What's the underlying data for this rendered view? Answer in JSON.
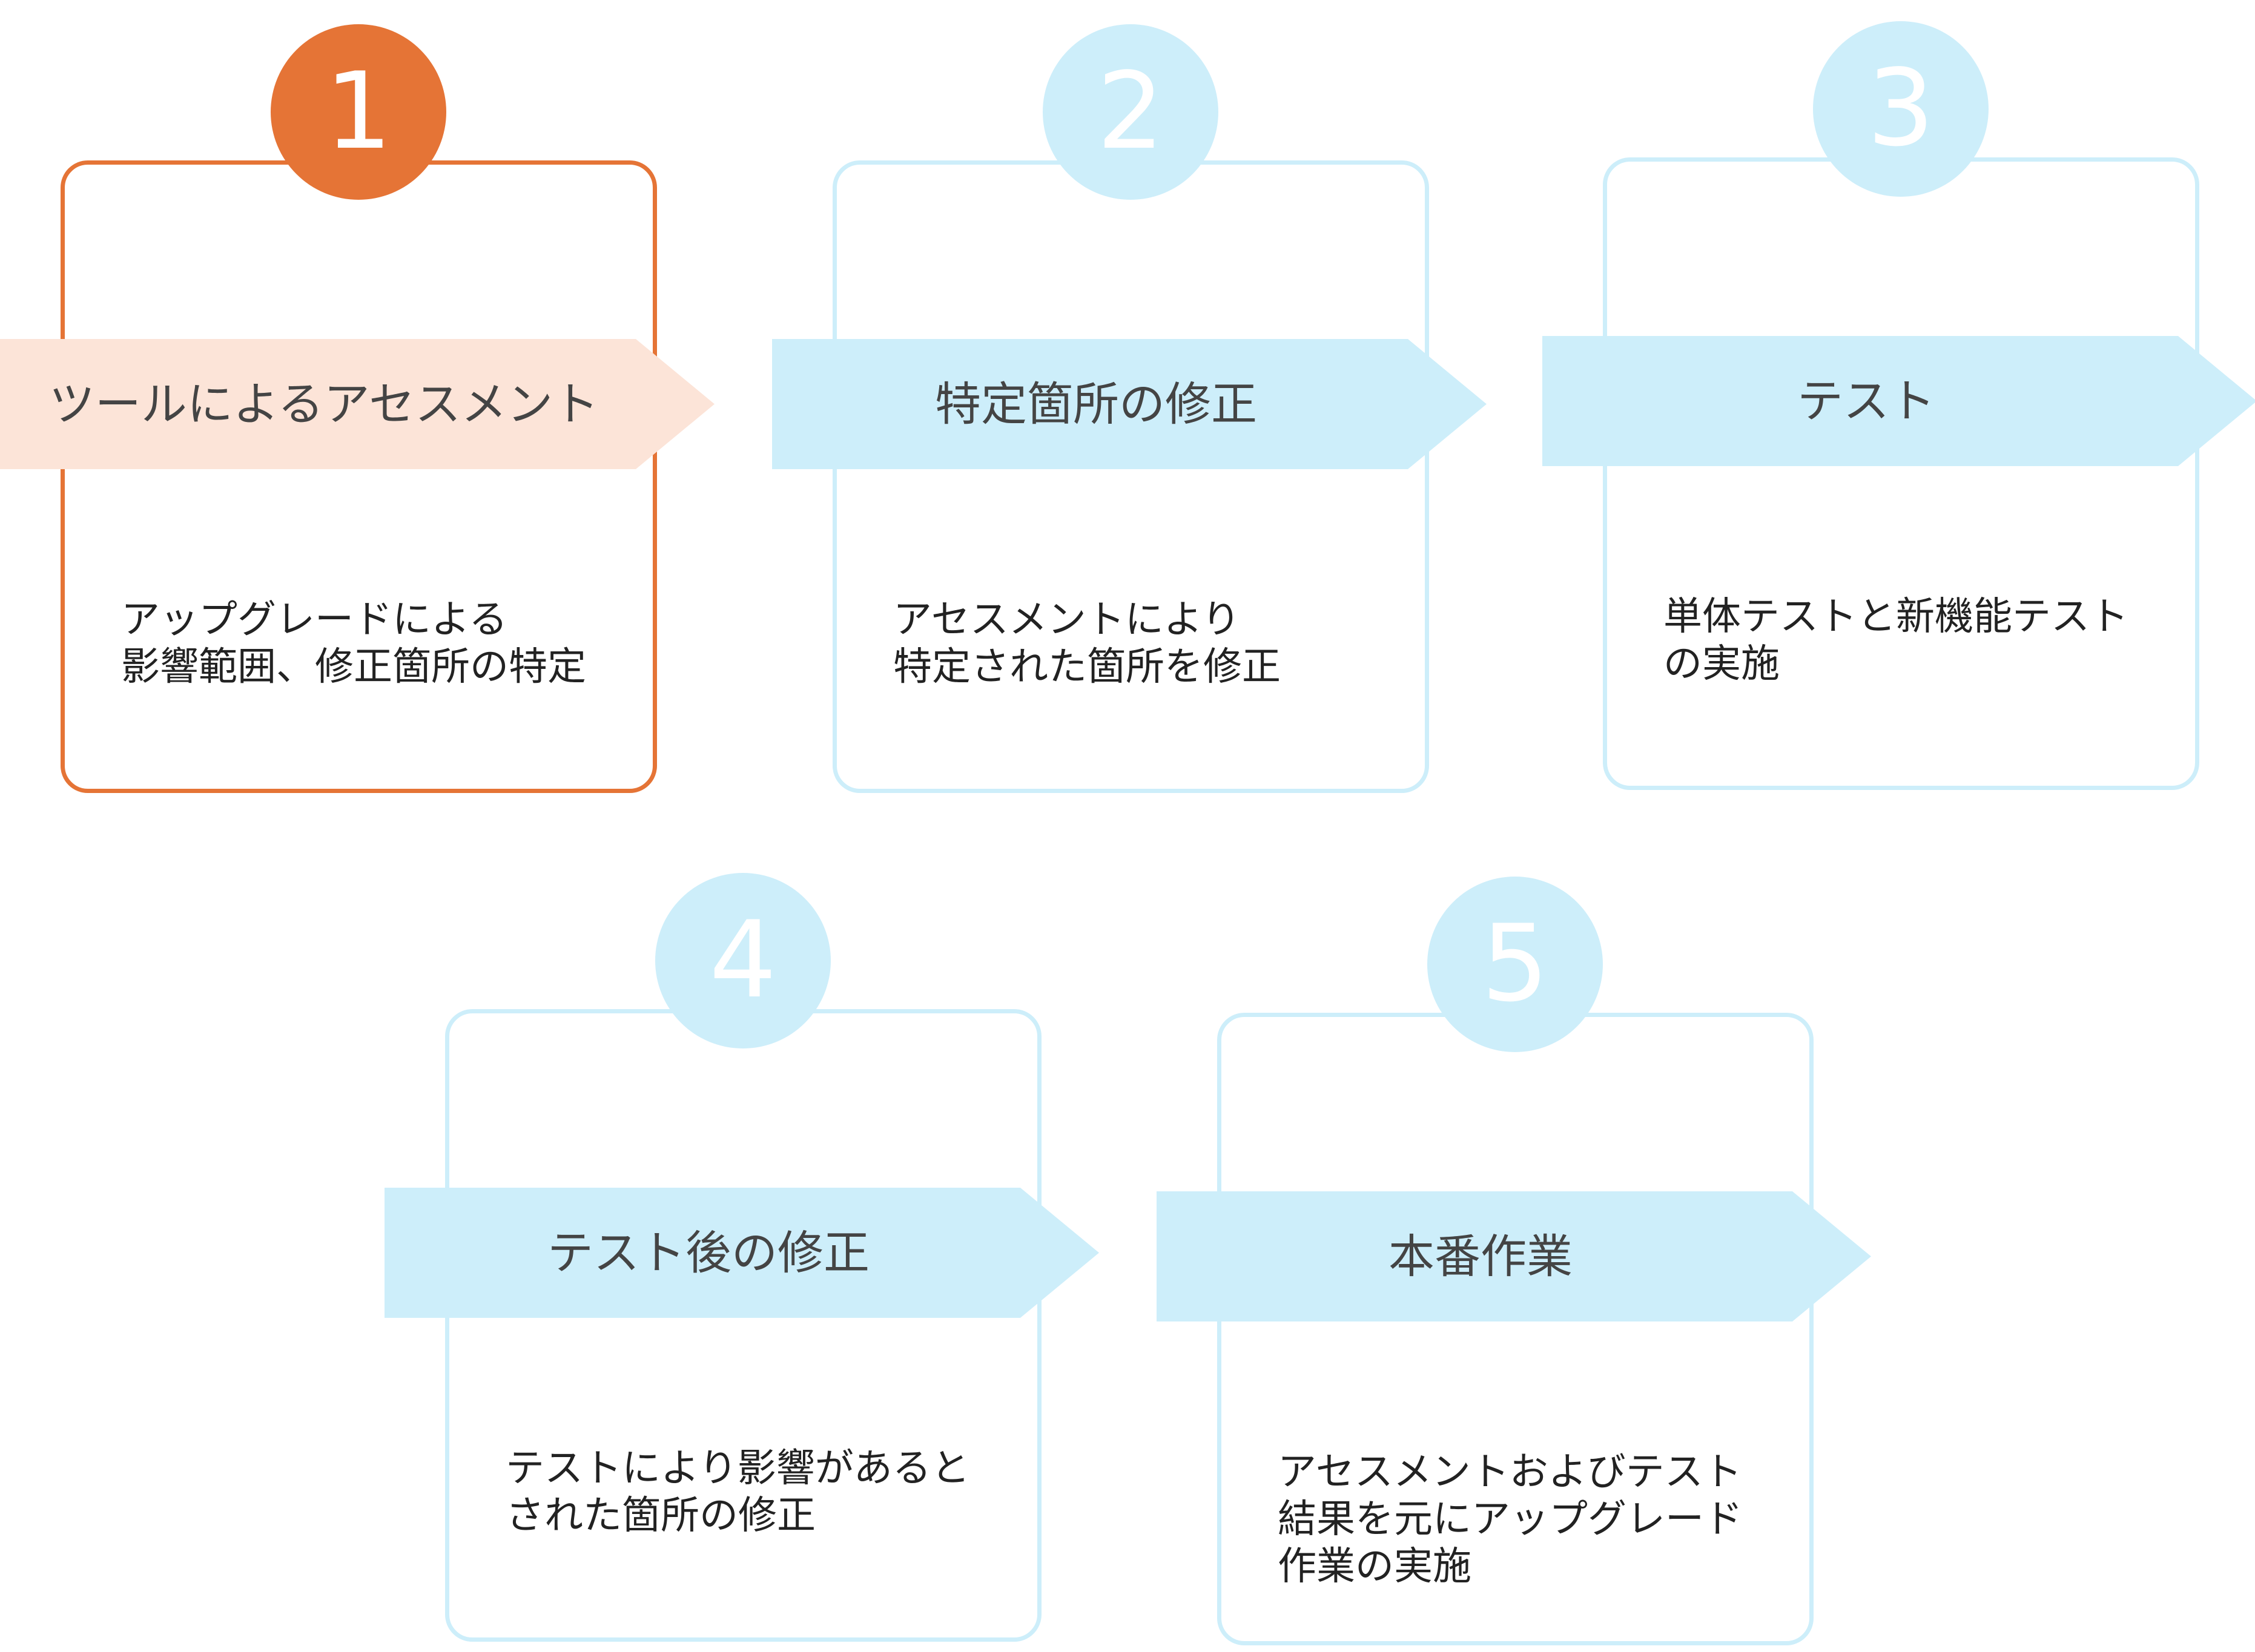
{
  "colors": {
    "active_accent": "#e57436",
    "active_banner": "#fce4d8",
    "inactive_accent": "#cdeefa"
  },
  "steps": [
    {
      "number": "1",
      "active": true,
      "title": "ツールによるアセスメント",
      "description": [
        "アップグレードによる",
        "影響範囲、修正箇所の特定"
      ]
    },
    {
      "number": "2",
      "active": false,
      "title": "特定箇所の修正",
      "description": [
        "アセスメントにより",
        "特定された箇所を修正"
      ]
    },
    {
      "number": "3",
      "active": false,
      "title": "テスト",
      "description": [
        "単体テストと新機能テスト",
        "の実施"
      ]
    },
    {
      "number": "4",
      "active": false,
      "title": "テスト後の修正",
      "description": [
        "テストにより影響があると",
        "された箇所の修正"
      ]
    },
    {
      "number": "5",
      "active": false,
      "title": "本番作業",
      "description": [
        "アセスメントおよびテスト",
        "結果を元にアップグレード",
        "作業の実施"
      ]
    }
  ]
}
